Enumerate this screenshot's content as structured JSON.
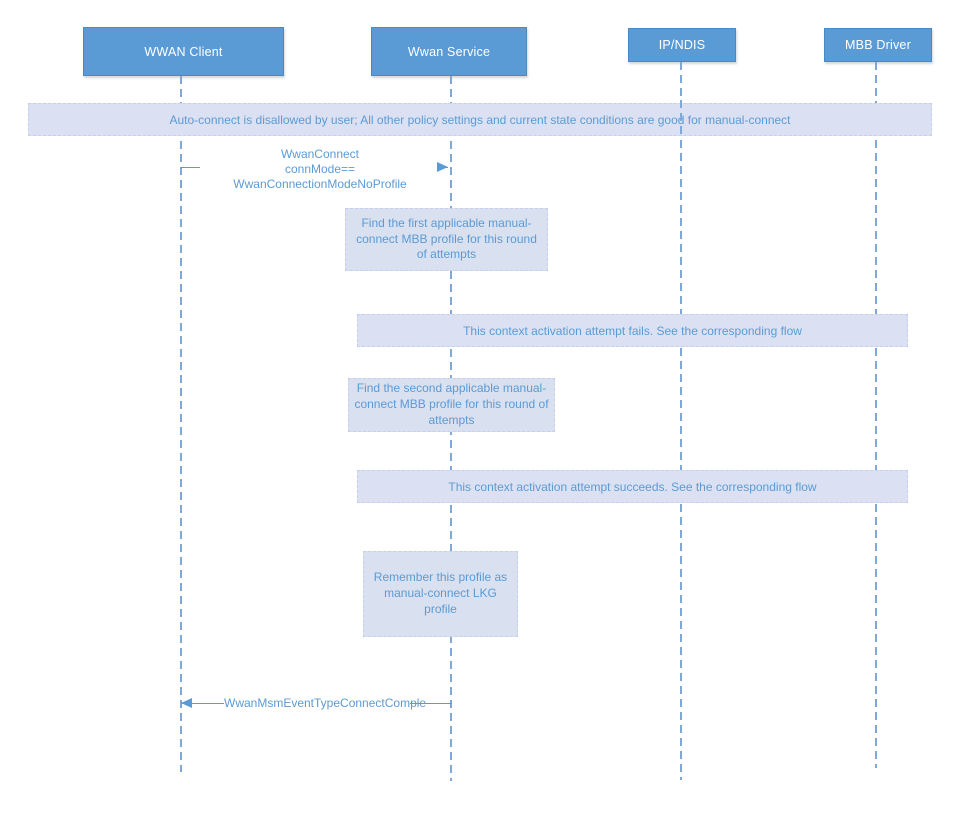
{
  "actors": [
    {
      "label": "WWAN Client"
    },
    {
      "label": "Wwan Service"
    },
    {
      "label": "IP/NDIS"
    },
    {
      "label": "MBB Driver"
    }
  ],
  "banners": [
    {
      "text": "Auto-connect is disallowed by user; All other policy settings and current state conditions are good for manual-connect"
    },
    {
      "text": "This context activation attempt fails. See the corresponding flow"
    },
    {
      "text": "This context activation attempt succeeds. See the corresponding flow"
    }
  ],
  "notes": [
    {
      "text": "Find the first applicable manual-connect MBB profile for this round of attempts"
    },
    {
      "text": "Find the second applicable manual-connect MBB profile for this round of attempts"
    },
    {
      "text": "Remember this profile as manual-connect LKG profile"
    }
  ],
  "messages": [
    {
      "from": "WWAN Client",
      "to": "Wwan Service",
      "line1": "WwanConnect",
      "line2": "connMode== WwanConnectionModeNoProfile"
    },
    {
      "from": "Wwan Service",
      "to": "WWAN Client",
      "label": "WwanMsmEventTypeConnectComple"
    }
  ],
  "colors": {
    "actor_fill": "#5B9BD5",
    "actor_border": "#4A8AC4",
    "actor_text": "#FFFFFF",
    "banner_fill": "#DBE1F2",
    "note_fill": "#D9E0F0",
    "shape_border": "#C6D0EA",
    "accent_text": "#5B9BD5",
    "lifeline": "#7FA8D6",
    "arrow": "#5B9BD5"
  }
}
